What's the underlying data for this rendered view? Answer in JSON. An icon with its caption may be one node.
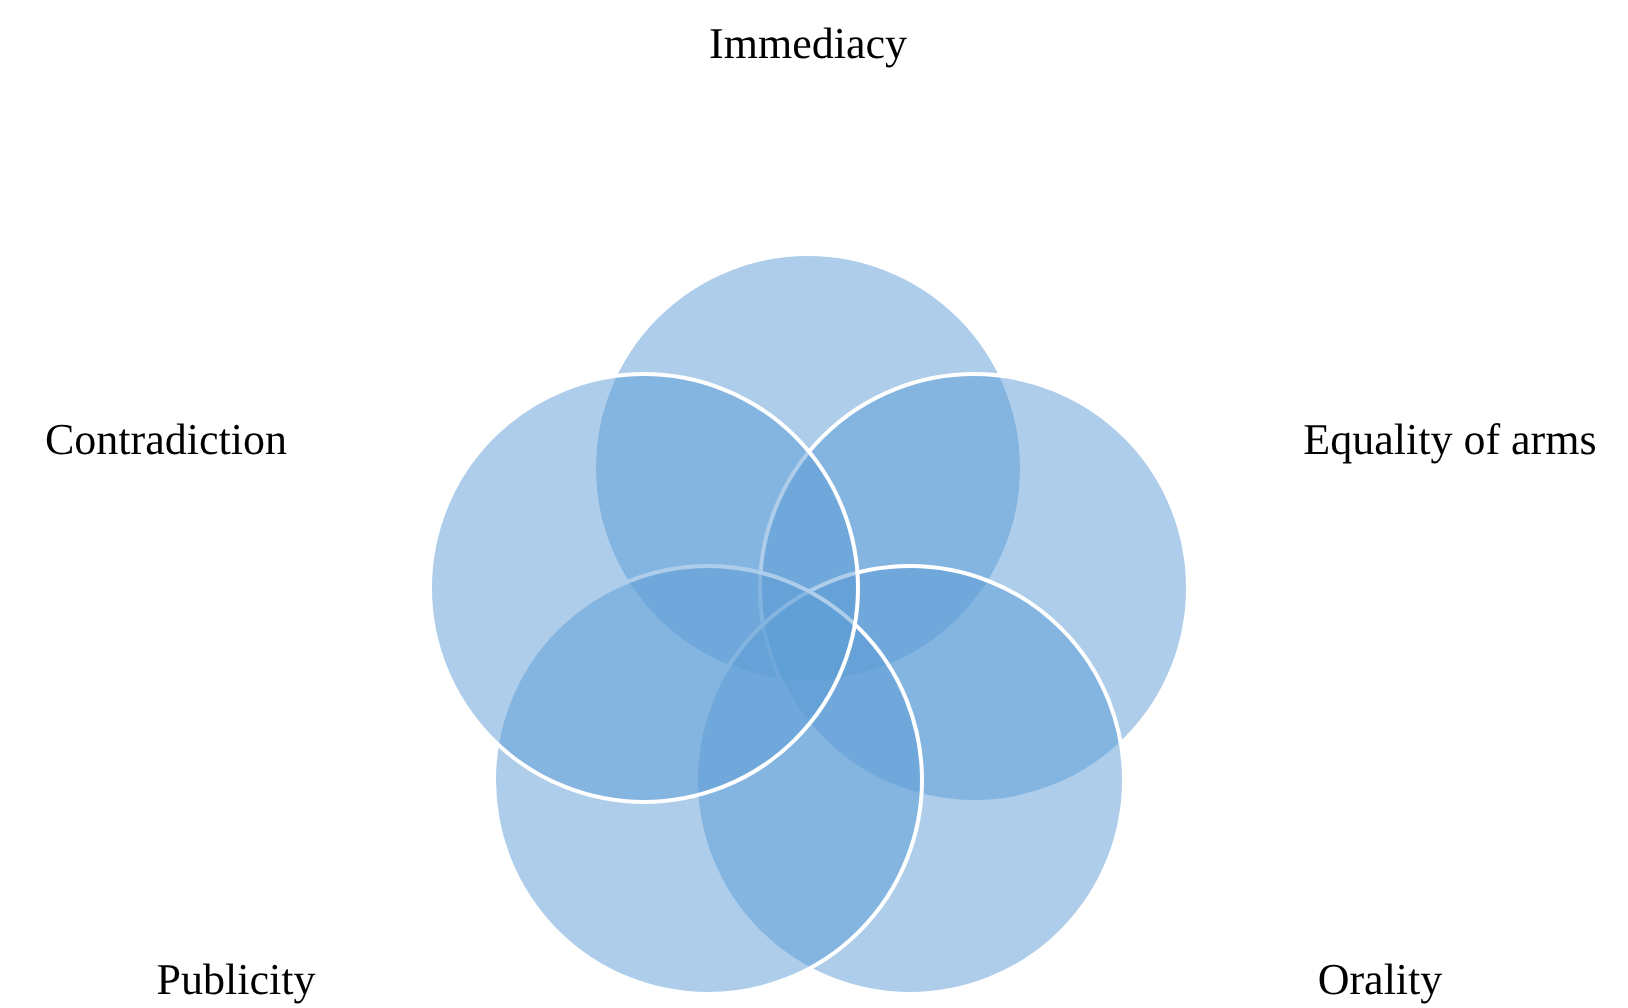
{
  "diagram": {
    "nodes": [
      {
        "text": [],
        "shape": "circle"
      },
      {
        "text": [],
        "shape": "circle"
      },
      {
        "text": [],
        "shape": "circle"
      },
      {
        "text": [],
        "shape": "circle"
      },
      {
        "text": [],
        "shape": "circle"
      }
    ],
    "labels": [
      "Immediacy",
      "Contradiction",
      "Equality of arms",
      "Publicity",
      "Orality"
    ]
  }
}
